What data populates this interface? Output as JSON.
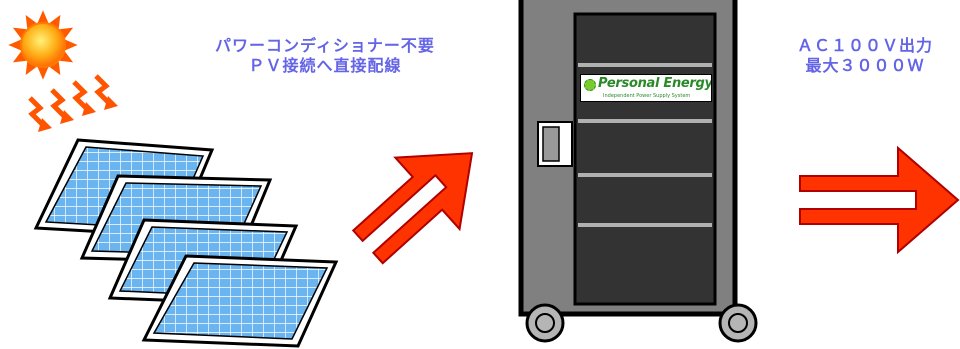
{
  "captions": {
    "left_line1": "パワーコンディショナー不要",
    "left_line2": "ＰＶ接続へ直接配線",
    "right_line1": "ＡＣ１００Ｖ出力",
    "right_line2": "最大３０００Ｗ"
  },
  "cabinet": {
    "brand": "Personal Energy",
    "tagline": "Independent Power Supply System"
  },
  "icons": {
    "sun": "sun-icon",
    "sunbeams": "sunbeam-arrows-icon",
    "panels": "solar-panel-icon",
    "arrow_in": "thick-outline-arrow-icon",
    "arrow_out": "thick-outline-arrow-icon"
  },
  "colors": {
    "caption": "#6464e6",
    "arrow": "#ff3300",
    "panel_fill": "#6ab4f0",
    "cabinet_body": "#808080",
    "cabinet_door": "#333333",
    "brand_green": "#2a8a2a"
  }
}
